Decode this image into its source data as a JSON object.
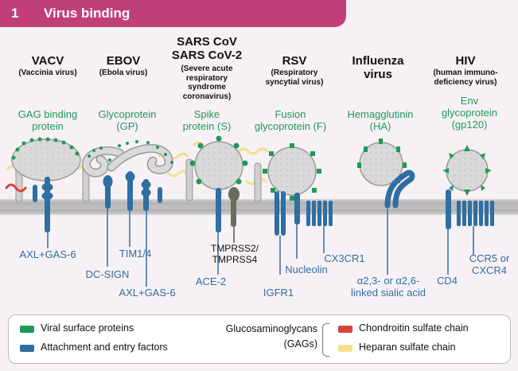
{
  "header": {
    "number": "1",
    "title": "Virus binding"
  },
  "viruses": [
    {
      "name": "VACV",
      "sub": "(Vaccinia virus)",
      "protein": "GAG binding\nprotein",
      "receptors": [
        "AXL+GAS-6"
      ]
    },
    {
      "name": "EBOV",
      "sub": "(Ebola virus)",
      "protein": "Glycoprotein\n(GP)",
      "receptors": [
        "TIM1/4",
        "DC-SIGN",
        "AXL+GAS-6"
      ]
    },
    {
      "name": "SARS CoV\nSARS CoV-2",
      "sub": "(Severe acute\nrespiratory syndrome\ncoronavirus)",
      "protein": "Spike\nprotein (S)",
      "receptors": [
        "TMPRSS2/\nTMPRSS4",
        "ACE-2"
      ]
    },
    {
      "name": "RSV",
      "sub": "(Respiratory\nsyncytial virus)",
      "protein": "Fusion\nglycoprotein (F)",
      "receptors": [
        "IGFR1",
        "Nucleolin",
        "CX3CR1"
      ]
    },
    {
      "name": "Influenza\nvirus",
      "sub": "",
      "protein": "Hemagglutinin\n(HA)",
      "receptors": [
        "α2,3- or α2,6-\nlinked sialic acid"
      ]
    },
    {
      "name": "HIV",
      "sub": "(human immuno-\ndeficiency virus)",
      "protein": "Env\nglycoprotein\n(gp120)",
      "receptors": [
        "CD4",
        "CCR5 or\nCXCR4"
      ]
    }
  ],
  "legend": {
    "viral": "Viral surface proteins",
    "attach": "Attachment and entry factors",
    "gag_label": "Glucosaminoglycans\n(GAGs)",
    "chondroitin": "Chondroitin sulfate chain",
    "heparan": "Heparan sulfate chain"
  },
  "colors": {
    "header": "#c13f78",
    "viral_protein": "#1e9a57",
    "receptor": "#2f6ea1",
    "chondroitin": "#d8453a",
    "heparan": "#f3e08c",
    "membrane": "#c2c2c2",
    "virion": "#d9d9d9"
  }
}
